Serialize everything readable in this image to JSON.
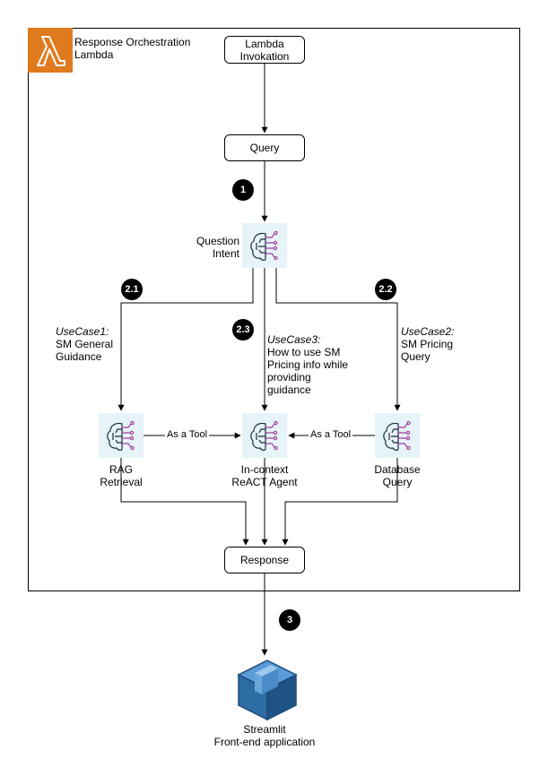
{
  "container": {
    "label": "Response Orchestration\nLambda",
    "logo_icon": "aws-lambda-icon"
  },
  "nodes": {
    "lambda_invocation": "Lambda\nInvokation",
    "query": "Query",
    "response": "Response"
  },
  "agents": {
    "question_intent": "Question\nIntent",
    "rag_retrieval": "RAG\nRetrieval",
    "in_context_agent": "In-context\nReACT Agent",
    "database_query": "Database\nQuery",
    "icon": "ai-brain-icon"
  },
  "badges": {
    "step1": "1",
    "step2_1": "2.1",
    "step2_2": "2.2",
    "step2_3": "2.3",
    "step3": "3"
  },
  "use_cases": {
    "uc1_title": "UseCase1:",
    "uc1_text": "SM General\nGuidance",
    "uc2_title": "UseCase2:",
    "uc2_text": "SM Pricing\nQuery",
    "uc3_title": "UseCase3:",
    "uc3_text": "How to use SM\nPricing info while\nproviding\nguidance"
  },
  "edge_labels": {
    "rag_tool": "As a Tool",
    "db_tool": "As a Tool"
  },
  "frontend": {
    "label": "Streamlit\nFront-end application",
    "icon": "streamlit-cube-icon"
  },
  "colors": {
    "lambda_orange": "#e07a1f",
    "agent_bg": "#e6f3f8",
    "agent_stroke": "#1a2b3c",
    "agent_accent": "#a13ea1",
    "cube_blue": "#2e6ca4"
  }
}
